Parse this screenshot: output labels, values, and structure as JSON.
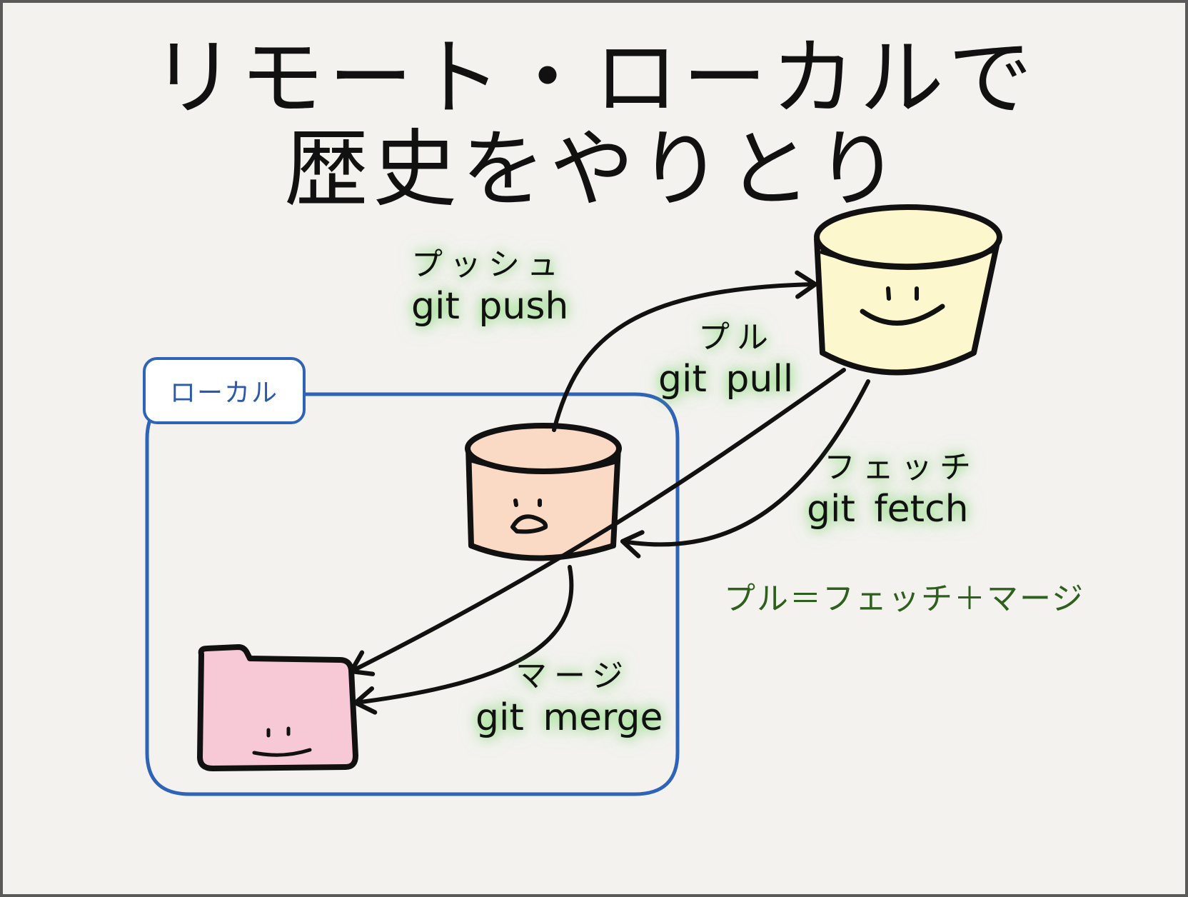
{
  "title": {
    "line1": "リモート・ローカルで",
    "line2": "歴史をやりとり"
  },
  "local_box": {
    "label": "ローカル"
  },
  "labels": {
    "push": {
      "ja": "プッシュ",
      "cmd": "git push"
    },
    "pull": {
      "ja": "プル",
      "cmd": "git pull"
    },
    "fetch": {
      "ja": "フェッチ",
      "cmd": "git fetch"
    },
    "merge": {
      "ja": "マージ",
      "cmd": "git merge"
    }
  },
  "equation": "プル＝フェッチ＋マージ",
  "colors": {
    "remote_repo": "#fcf7cd",
    "local_repo": "#fad9c5",
    "working_folder": "#f7c9d6",
    "local_border": "#2f63b8",
    "equation_text": "#2e5f1c",
    "label_glow": "#6ed75a"
  },
  "icons": {
    "remote": "smiling-cylinder-icon",
    "local": "duck-face-cylinder-icon",
    "working": "smiling-folder-icon"
  }
}
